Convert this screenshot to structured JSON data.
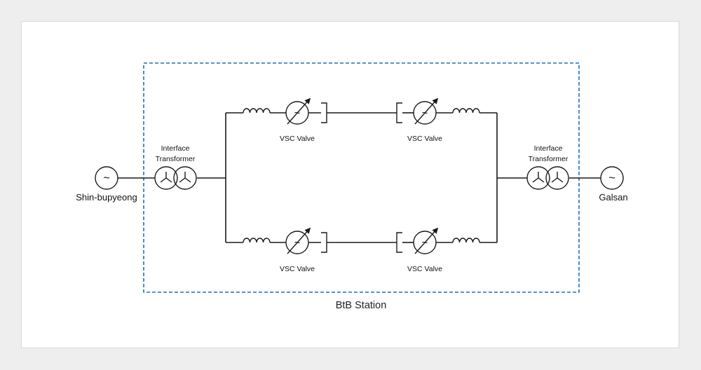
{
  "diagram": {
    "sources": [
      {
        "id": "left",
        "label": "Shin-bupyeong"
      },
      {
        "id": "right",
        "label": "Galsan"
      }
    ],
    "transformers": [
      {
        "id": "left",
        "label_line1": "Interface",
        "label_line2": "Transformer"
      },
      {
        "id": "right",
        "label_line1": "Interface",
        "label_line2": "Transformer"
      }
    ],
    "valves": [
      {
        "id": "top-left",
        "label": "VSC Valve"
      },
      {
        "id": "top-right",
        "label": "VSC Valve"
      },
      {
        "id": "bottom-left",
        "label": "VSC Valve"
      },
      {
        "id": "bottom-right",
        "label": "VSC Valve"
      }
    ],
    "station_label": "BtB Station",
    "colors": {
      "boundary": "#1f6fbf",
      "lines": "#1a1a1a"
    }
  }
}
